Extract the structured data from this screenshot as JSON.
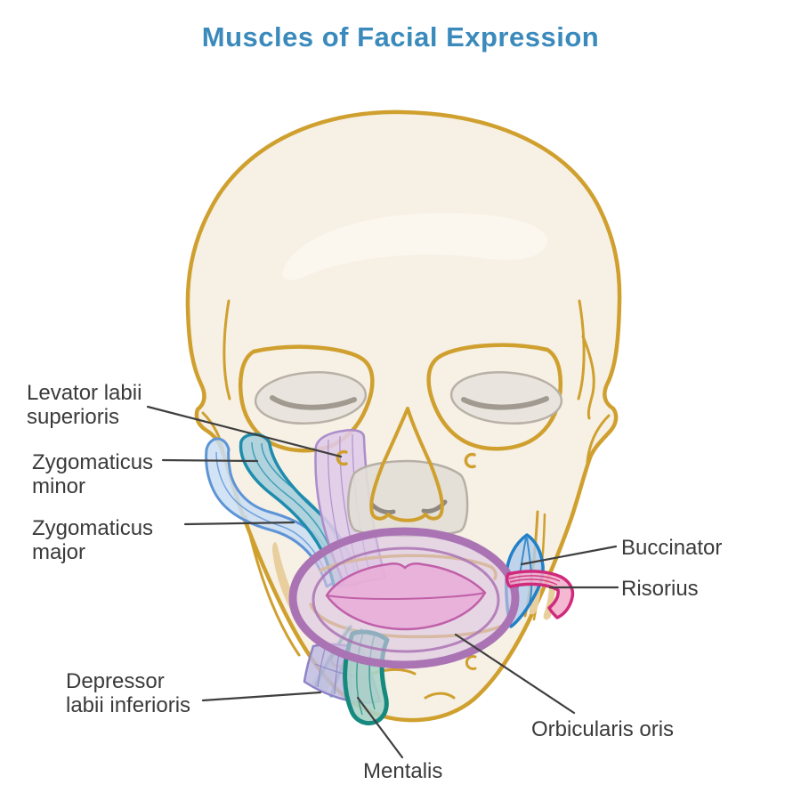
{
  "title": "Muscles of Facial Expression",
  "labels": {
    "levator_labii_superioris": {
      "line1": "Levator labii",
      "line2": "superioris"
    },
    "zygomaticus_minor": {
      "line1": "Zygomaticus",
      "line2": "minor"
    },
    "zygomaticus_major": {
      "line1": "Zygomaticus",
      "line2": "major"
    },
    "depressor_labii_inferioris": {
      "line1": "Depressor",
      "line2": "labii inferioris"
    },
    "mentalis": {
      "text": "Mentalis"
    },
    "orbicularis_oris": {
      "text": "Orbicularis oris"
    },
    "buccinator": {
      "text": "Buccinator"
    },
    "risorius": {
      "text": "Risorius"
    }
  },
  "colors": {
    "title": "#3a8abc",
    "label_text": "#3a3a3a",
    "leader": "#3f3f3f",
    "skull_fill": "#f6f0e5",
    "skull_outline": "#d0a02f",
    "skull_highlight": "#fbf6ee",
    "bone_tan": "#e9cf9e",
    "eye_fill": "#e9e5de",
    "eye_stroke": "#b9b1a7",
    "eye_slit": "#a09a90",
    "nose_fill": "#e2ded6",
    "nose_stroke": "#b6afa5",
    "nostril": "#8f8880",
    "levator_fill": "#dfc9e8",
    "levator_stroke": "#ab8dcb",
    "zminor_fill": "#a9cfdb",
    "zminor_stroke": "#1e8cad",
    "zmajor_fill": "#cadef4",
    "zmajor_stroke": "#5d94d6",
    "bucc_fill": "#b2cdec",
    "bucc_stroke": "#2180c8",
    "risorius_fill": "#f3abca",
    "risorius_stroke": "#d02a7c",
    "mentalis_fill": "#a9d2c6",
    "mentalis_stroke": "#178a80",
    "depressor_fill": "#bdb8df",
    "depressor_stroke": "#8f83c7",
    "oris_fill": "#dbc7e4",
    "oris_stroke": "#aa74b4",
    "lips_fill": "#e8aed8",
    "lips_stroke": "#c060a8"
  }
}
